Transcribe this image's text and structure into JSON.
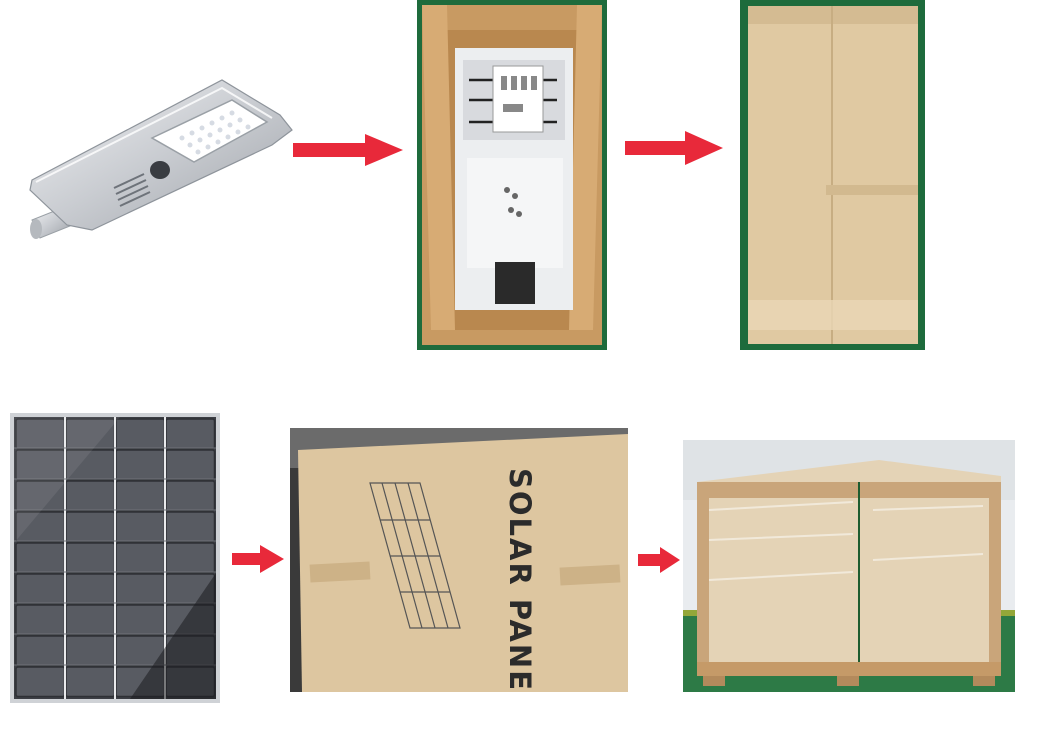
{
  "colors": {
    "arrow": "#e8293a",
    "cardboard": "#d8c09a",
    "cardboard_light": "#e3cfae",
    "wall_green": "#1e6b3c",
    "panel_cell": "#4a4c52",
    "panel_frame": "#cfd2d6"
  },
  "steps_row1": [
    {
      "item": "led-street-light"
    },
    {
      "item": "open-carton-with-light"
    },
    {
      "item": "sealed-carton"
    }
  ],
  "steps_row2": [
    {
      "item": "solar-panel"
    },
    {
      "item": "solar-panel-carton"
    },
    {
      "item": "wrapped-wooden-crate"
    }
  ],
  "solar_box": {
    "label": "SOLAR PANEL"
  },
  "icons": {
    "arrow": "right-arrow-icon"
  }
}
